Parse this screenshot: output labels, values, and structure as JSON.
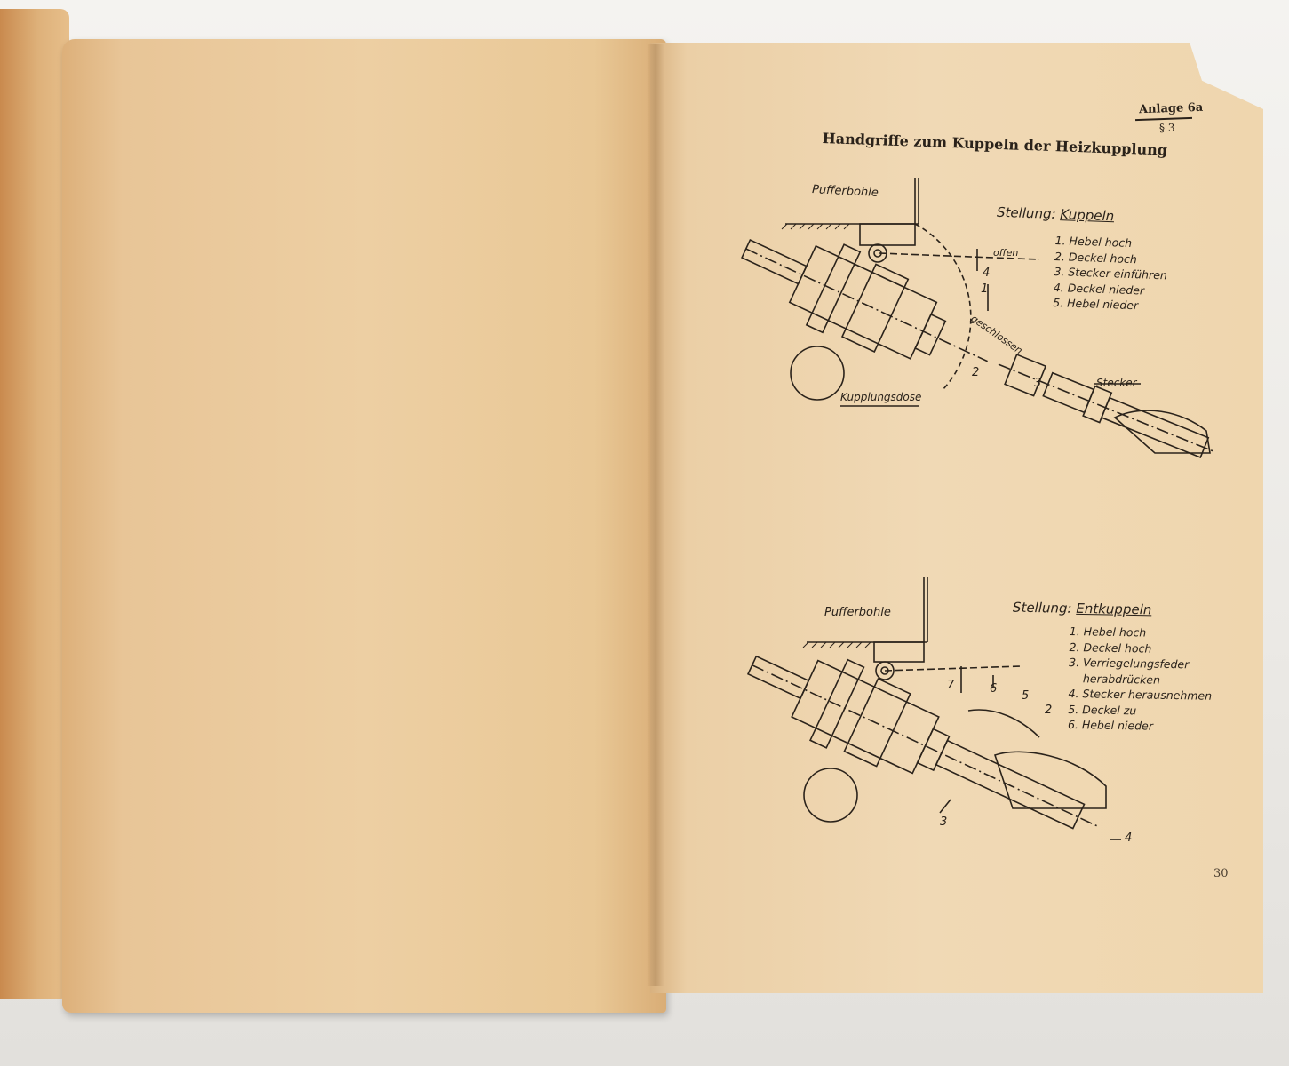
{
  "header": {
    "annex": "Anlage 6a",
    "paragraph": "§ 3",
    "title": "Handgriffe zum Kuppeln der Heizkupplung"
  },
  "figure1": {
    "label_buffer": "Pufferbohle",
    "label_socket": "Kupplungsdose",
    "label_plug": "Stecker",
    "label_open": "offen",
    "label_closed": "geschlossen",
    "numbers": [
      "4",
      "1",
      "2",
      "3"
    ],
    "position_label": "Stellung:",
    "position_value": "Kuppeln",
    "steps": [
      "1. Hebel hoch",
      "2. Deckel hoch",
      "3. Stecker einführen",
      "4. Deckel nieder",
      "5. Hebel nieder"
    ]
  },
  "figure2": {
    "label_buffer": "Pufferbohle",
    "numbers": [
      "7",
      "6",
      "5",
      "2",
      "3",
      "4"
    ],
    "position_label": "Stellung:",
    "position_value": "Entkuppeln",
    "steps": [
      "1. Hebel hoch",
      "2. Deckel hoch",
      "3. Verriegelungsfeder",
      "herabdrücken",
      "4. Stecker herausnehmen",
      "5. Deckel zu",
      "6. Hebel nieder"
    ]
  },
  "footer": {
    "page_number": "30"
  }
}
